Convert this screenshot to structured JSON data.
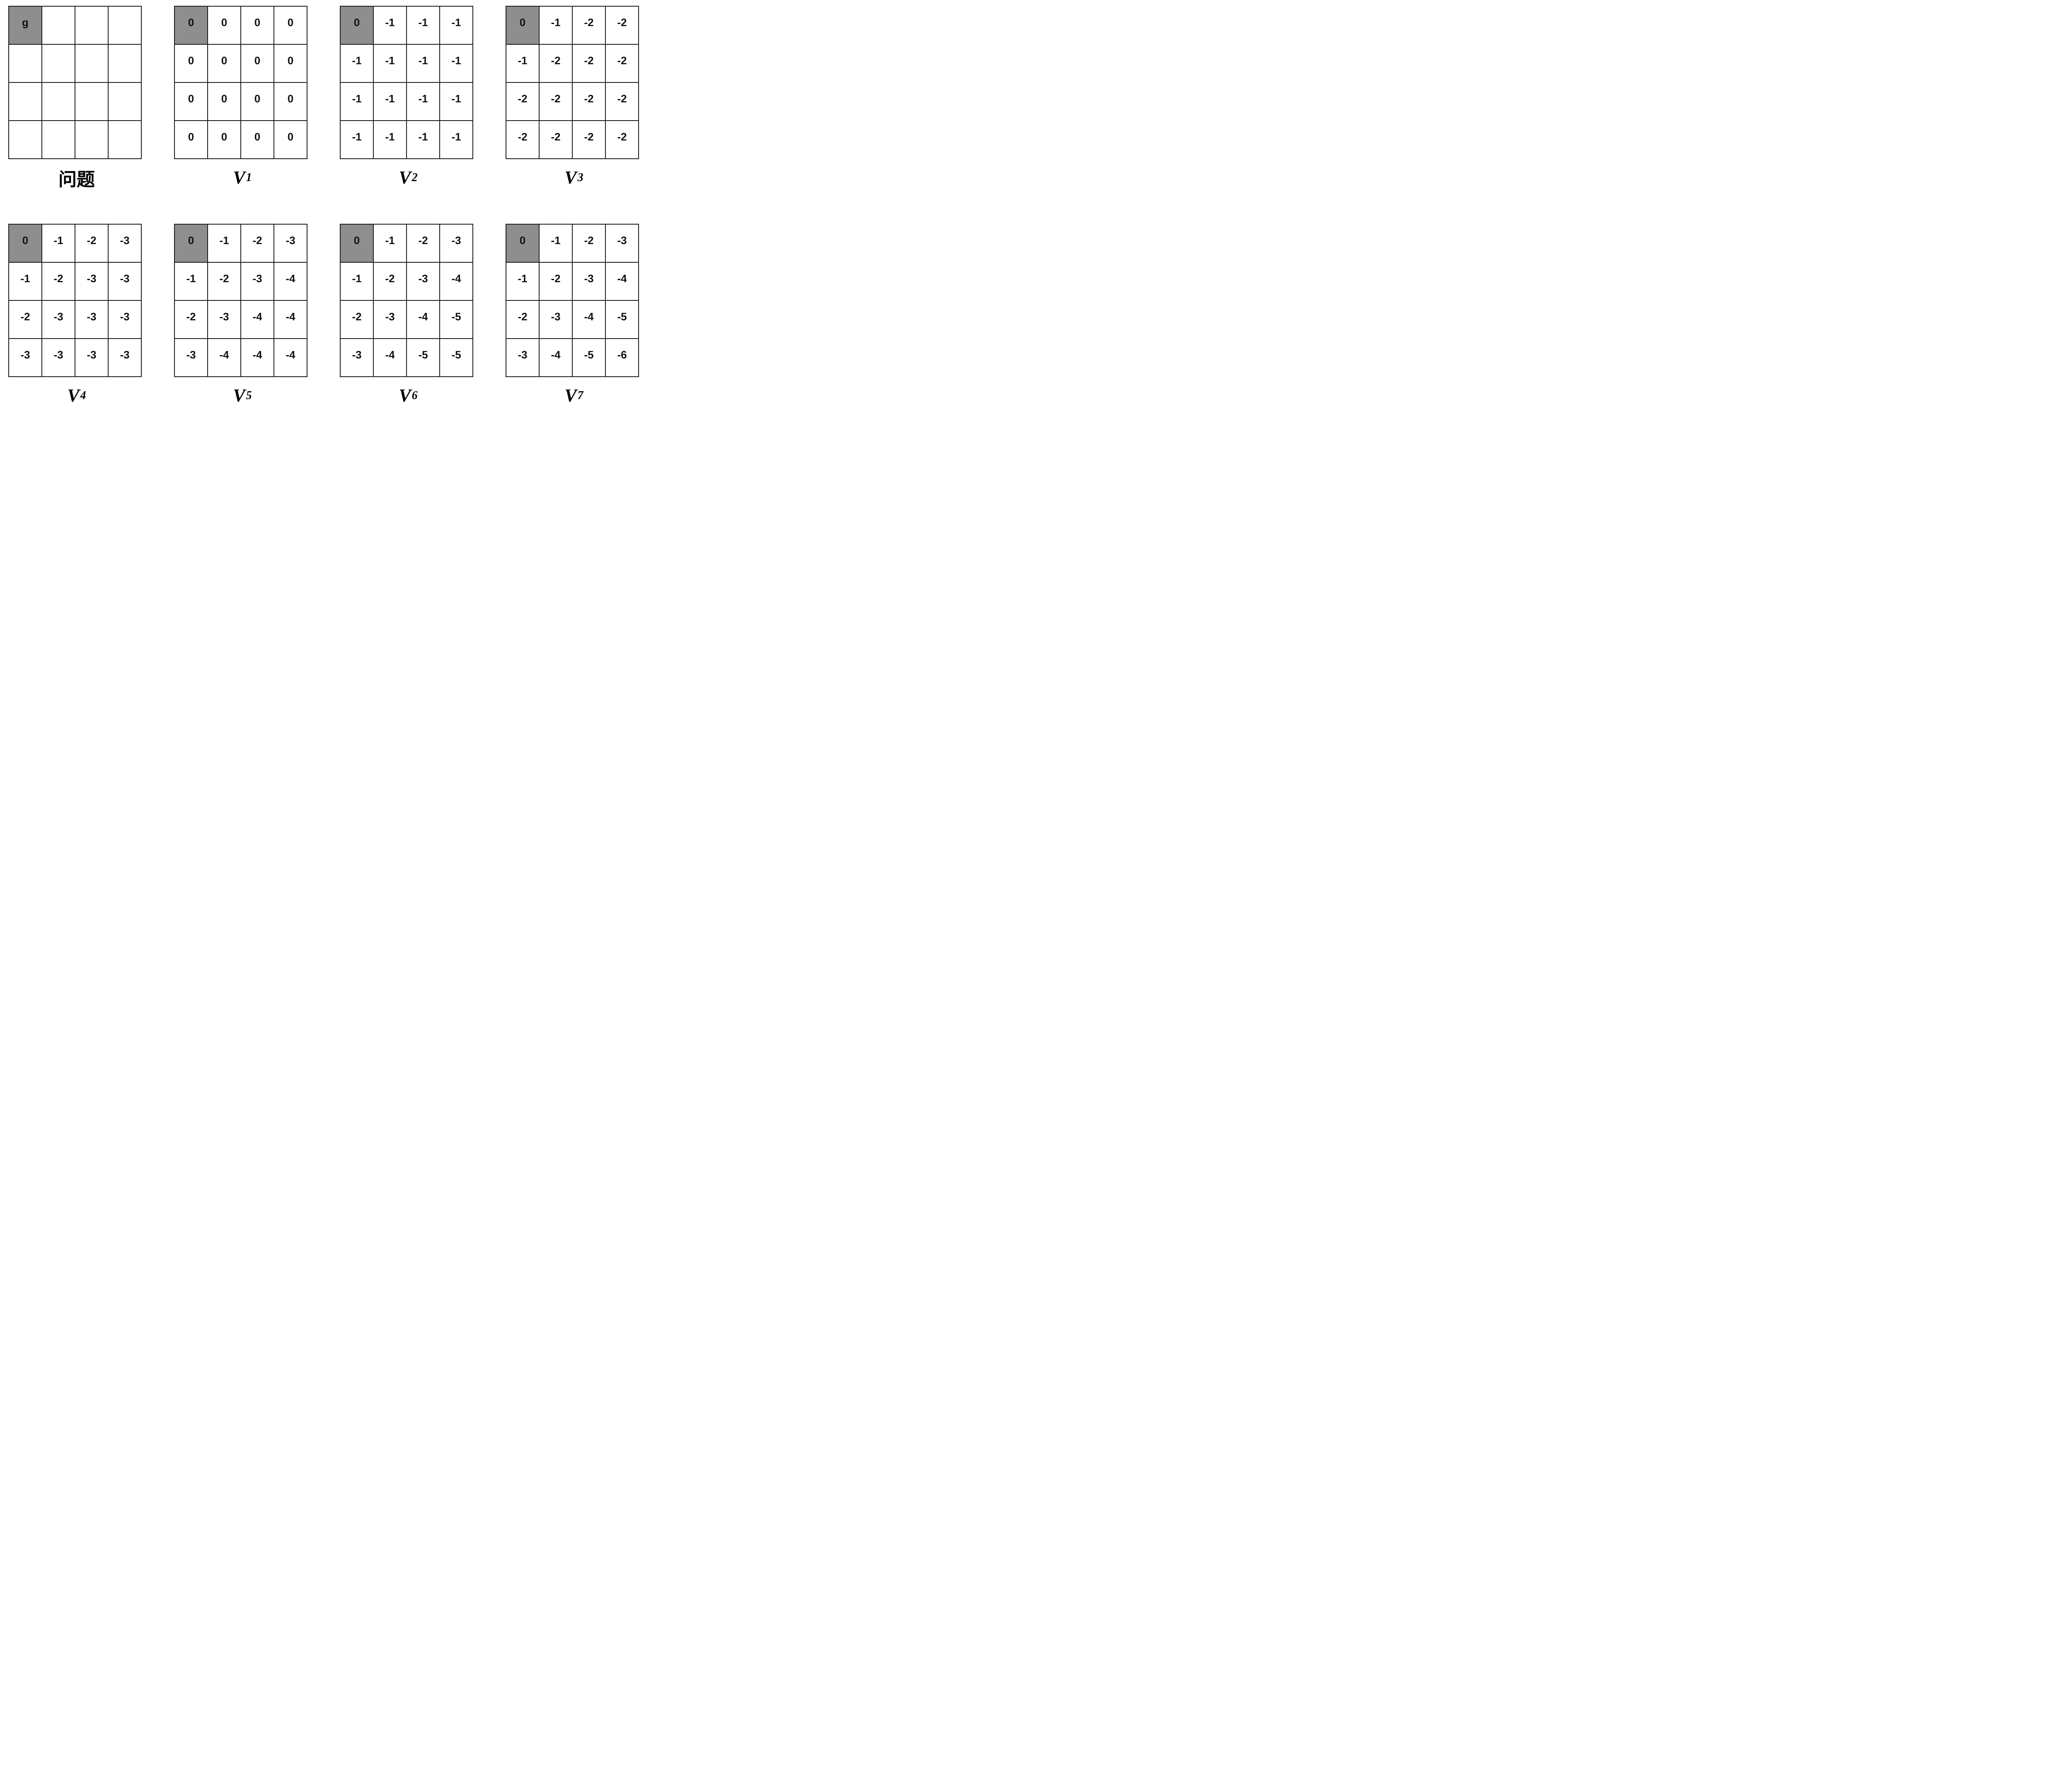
{
  "colors": {
    "goal_cell_fill": "#8e8e8e",
    "grid_line": "#1a1a1a",
    "cell_text": "#111111",
    "background": "#ffffff"
  },
  "panels": [
    {
      "id": "problem",
      "title": {
        "text": "问题"
      },
      "goal_cell": [
        0,
        0
      ],
      "cells": [
        [
          "g",
          "",
          "",
          ""
        ],
        [
          "",
          "",
          "",
          ""
        ],
        [
          "",
          "",
          "",
          ""
        ],
        [
          "",
          "",
          "",
          ""
        ]
      ]
    },
    {
      "id": "v1",
      "title": {
        "base": "V",
        "sub": "1"
      },
      "goal_cell": [
        0,
        0
      ],
      "cells": [
        [
          "0",
          "0",
          "0",
          "0"
        ],
        [
          "0",
          "0",
          "0",
          "0"
        ],
        [
          "0",
          "0",
          "0",
          "0"
        ],
        [
          "0",
          "0",
          "0",
          "0"
        ]
      ]
    },
    {
      "id": "v2",
      "title": {
        "base": "V",
        "sub": "2"
      },
      "goal_cell": [
        0,
        0
      ],
      "cells": [
        [
          "0",
          "-1",
          "-1",
          "-1"
        ],
        [
          "-1",
          "-1",
          "-1",
          "-1"
        ],
        [
          "-1",
          "-1",
          "-1",
          "-1"
        ],
        [
          "-1",
          "-1",
          "-1",
          "-1"
        ]
      ]
    },
    {
      "id": "v3",
      "title": {
        "base": "V",
        "sub": "3"
      },
      "goal_cell": [
        0,
        0
      ],
      "cells": [
        [
          "0",
          "-1",
          "-2",
          "-2"
        ],
        [
          "-1",
          "-2",
          "-2",
          "-2"
        ],
        [
          "-2",
          "-2",
          "-2",
          "-2"
        ],
        [
          "-2",
          "-2",
          "-2",
          "-2"
        ]
      ]
    },
    {
      "id": "v4",
      "title": {
        "base": "V",
        "sub": "4"
      },
      "goal_cell": [
        0,
        0
      ],
      "cells": [
        [
          "0",
          "-1",
          "-2",
          "-3"
        ],
        [
          "-1",
          "-2",
          "-3",
          "-3"
        ],
        [
          "-2",
          "-3",
          "-3",
          "-3"
        ],
        [
          "-3",
          "-3",
          "-3",
          "-3"
        ]
      ]
    },
    {
      "id": "v5",
      "title": {
        "base": "V",
        "sub": "5"
      },
      "goal_cell": [
        0,
        0
      ],
      "cells": [
        [
          "0",
          "-1",
          "-2",
          "-3"
        ],
        [
          "-1",
          "-2",
          "-3",
          "-4"
        ],
        [
          "-2",
          "-3",
          "-4",
          "-4"
        ],
        [
          "-3",
          "-4",
          "-4",
          "-4"
        ]
      ]
    },
    {
      "id": "v6",
      "title": {
        "base": "V",
        "sub": "6"
      },
      "goal_cell": [
        0,
        0
      ],
      "cells": [
        [
          "0",
          "-1",
          "-2",
          "-3"
        ],
        [
          "-1",
          "-2",
          "-3",
          "-4"
        ],
        [
          "-2",
          "-3",
          "-4",
          "-5"
        ],
        [
          "-3",
          "-4",
          "-5",
          "-5"
        ]
      ]
    },
    {
      "id": "v7",
      "title": {
        "base": "V",
        "sub": "7"
      },
      "goal_cell": [
        0,
        0
      ],
      "cells": [
        [
          "0",
          "-1",
          "-2",
          "-3"
        ],
        [
          "-1",
          "-2",
          "-3",
          "-4"
        ],
        [
          "-2",
          "-3",
          "-4",
          "-5"
        ],
        [
          "-3",
          "-4",
          "-5",
          "-6"
        ]
      ]
    }
  ]
}
